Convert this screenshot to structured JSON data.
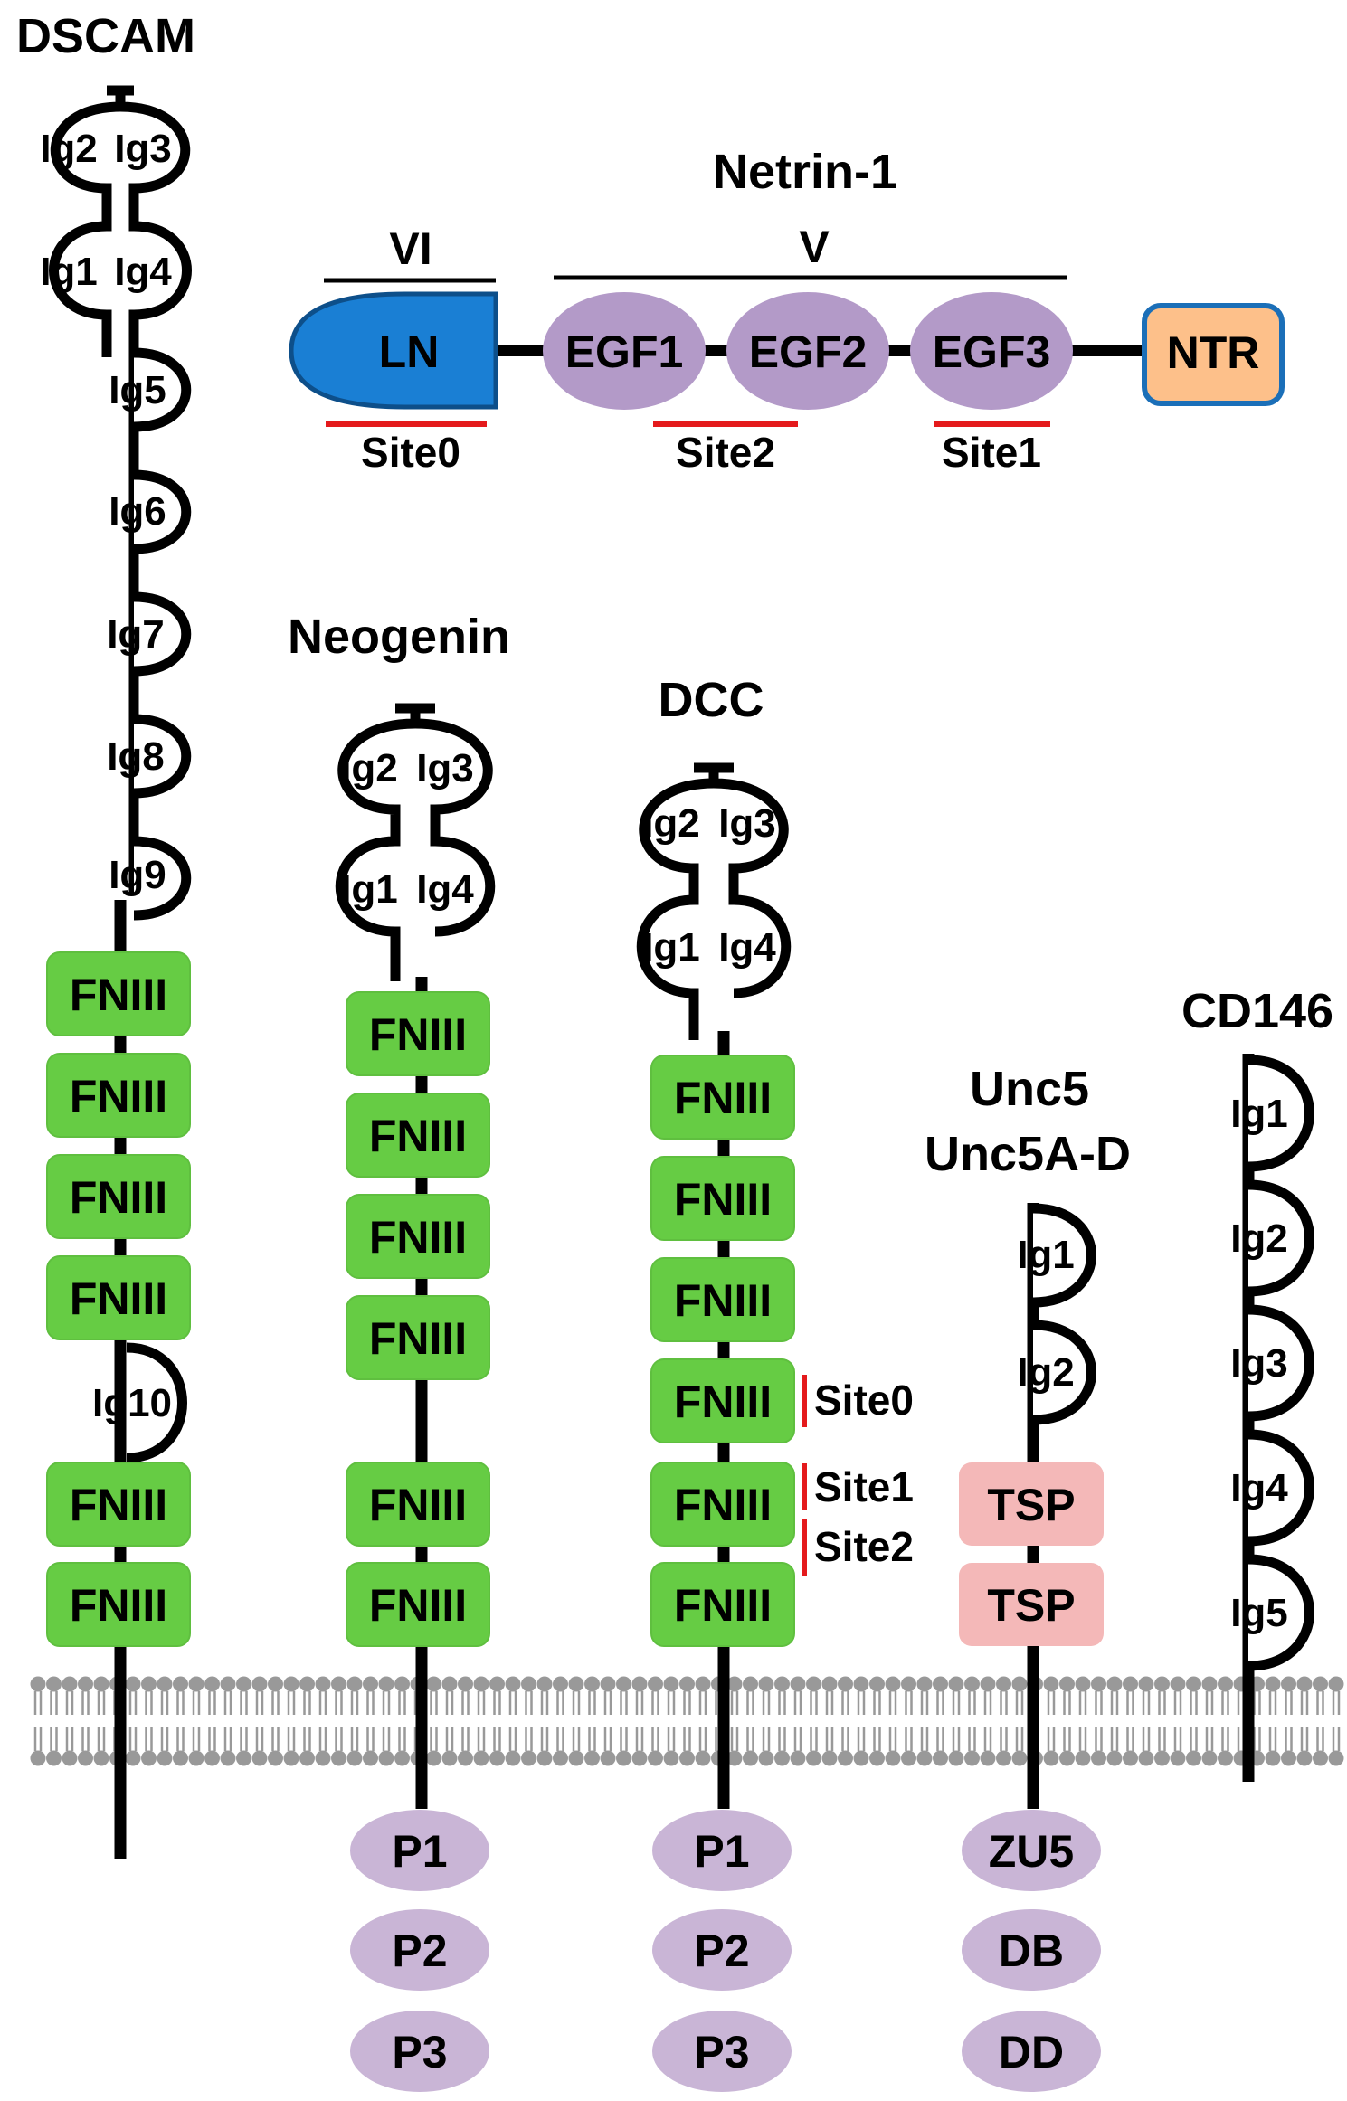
{
  "colors": {
    "fn3": "#66cc44",
    "tsp": "#f4b8b8",
    "intracellular": "#c9b5d6",
    "egf": "#b39ac8",
    "ln": "#1a7fd4",
    "ntr": "#fdc08a",
    "site_marker": "#e41a1c",
    "membrane": "#999999"
  },
  "netrin": {
    "title": "Netrin-1",
    "region_vi": "VI",
    "region_v": "V",
    "ln": "LN",
    "egf1": "EGF1",
    "egf2": "EGF2",
    "egf3": "EGF3",
    "ntr": "NTR",
    "site0": "Site0",
    "site2": "Site2",
    "site1": "Site1"
  },
  "dscam": {
    "title": "DSCAM",
    "ig": [
      "Ig1",
      "Ig2",
      "Ig3",
      "Ig4",
      "Ig5",
      "Ig6",
      "Ig7",
      "Ig8",
      "Ig9",
      "Ig10"
    ],
    "fn3": "FNIII"
  },
  "neogenin": {
    "title": "Neogenin",
    "ig": [
      "Ig1",
      "Ig2",
      "Ig3",
      "Ig4"
    ],
    "fn3": "FNIII",
    "intracellular": [
      "P1",
      "P2",
      "P3"
    ]
  },
  "dcc": {
    "title": "DCC",
    "ig": [
      "Ig1",
      "Ig2",
      "Ig3",
      "Ig4"
    ],
    "fn3": "FNIII",
    "site0": "Site0",
    "site1": "Site1",
    "site2": "Site2",
    "intracellular": [
      "P1",
      "P2",
      "P3"
    ]
  },
  "unc5": {
    "title_line1": "Unc5",
    "title_line2": "Unc5A-D",
    "ig": [
      "Ig1",
      "Ig2"
    ],
    "tsp": "TSP",
    "intracellular": [
      "ZU5",
      "DB",
      "DD"
    ]
  },
  "cd146": {
    "title": "CD146",
    "ig": [
      "Ig1",
      "Ig2",
      "Ig3",
      "Ig4",
      "Ig5"
    ]
  }
}
